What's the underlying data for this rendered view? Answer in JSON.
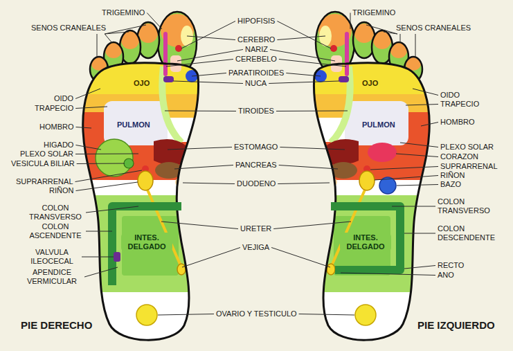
{
  "diagram": {
    "nodes": [
      {
        "text": [
          "OJO"
        ]
      },
      {
        "text": [
          "PULMON"
        ]
      },
      {
        "text": [
          "INTES. DELGADO"
        ]
      },
      {
        "text": [
          "OJO"
        ]
      },
      {
        "text": [
          "PULMON"
        ]
      },
      {
        "text": [
          "INTES. DELGADO"
        ]
      }
    ],
    "labels": [
      "TRIGEMINO",
      "SENOS CRANEALES",
      "HIPOFISIS",
      "TRIGEMINO",
      "SENOS CRANEALES",
      "CEREBRO",
      "NARIZ",
      "CEREBELO",
      "PARATIROIDES",
      "NUCA",
      "OIDO",
      "OIDO",
      "TRAPECIO",
      "TRAPECIO",
      "TIROIDES",
      "HOMBRO",
      "HOMBRO",
      "HIGADO",
      "ESTOMAGO",
      "PLEXO SOLAR",
      "PLEXO SOLAR",
      "CORAZON",
      "VESICULA BILIAR",
      "PANCREAS",
      "SUPRARRENAL",
      "RIÑON",
      "SUPRARRENAL",
      "DUODENO",
      "BAZO",
      "RIÑON",
      "COLON TRANSVERSO",
      "COLON TRANSVERSO",
      "COLON ASCENDENTE",
      "URETER",
      "COLON DESCENDENTE",
      "VEJIGA",
      "VALVULA ILEOCECAL",
      "RECTO",
      "APENDICE VERMICULAR",
      "ANO",
      "OVARIO Y TESTICULO",
      "PIE DERECHO",
      "PIE IZQUIERDO"
    ]
  }
}
